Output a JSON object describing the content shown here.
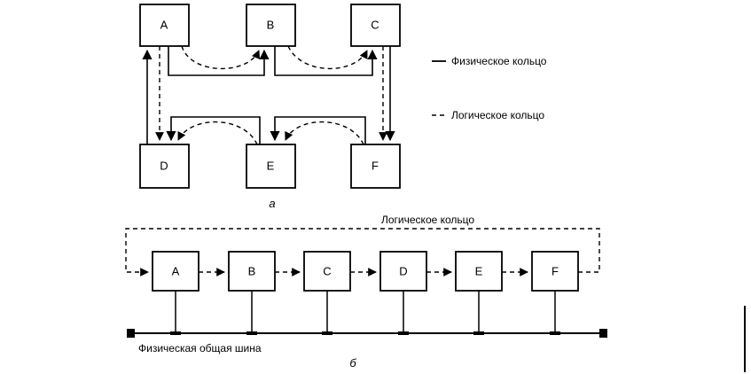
{
  "diagram_a": {
    "caption": "а",
    "nodes": [
      "A",
      "B",
      "C",
      "D",
      "E",
      "F"
    ],
    "legend": {
      "physical_ring": "Физическое кольцо",
      "logical_ring": "Логическое кольцо"
    }
  },
  "diagram_b": {
    "caption": "б",
    "nodes": [
      "A",
      "B",
      "C",
      "D",
      "E",
      "F"
    ],
    "logical_ring_label": "Логическое кольцо",
    "bus_label": "Физическая общая шина"
  }
}
